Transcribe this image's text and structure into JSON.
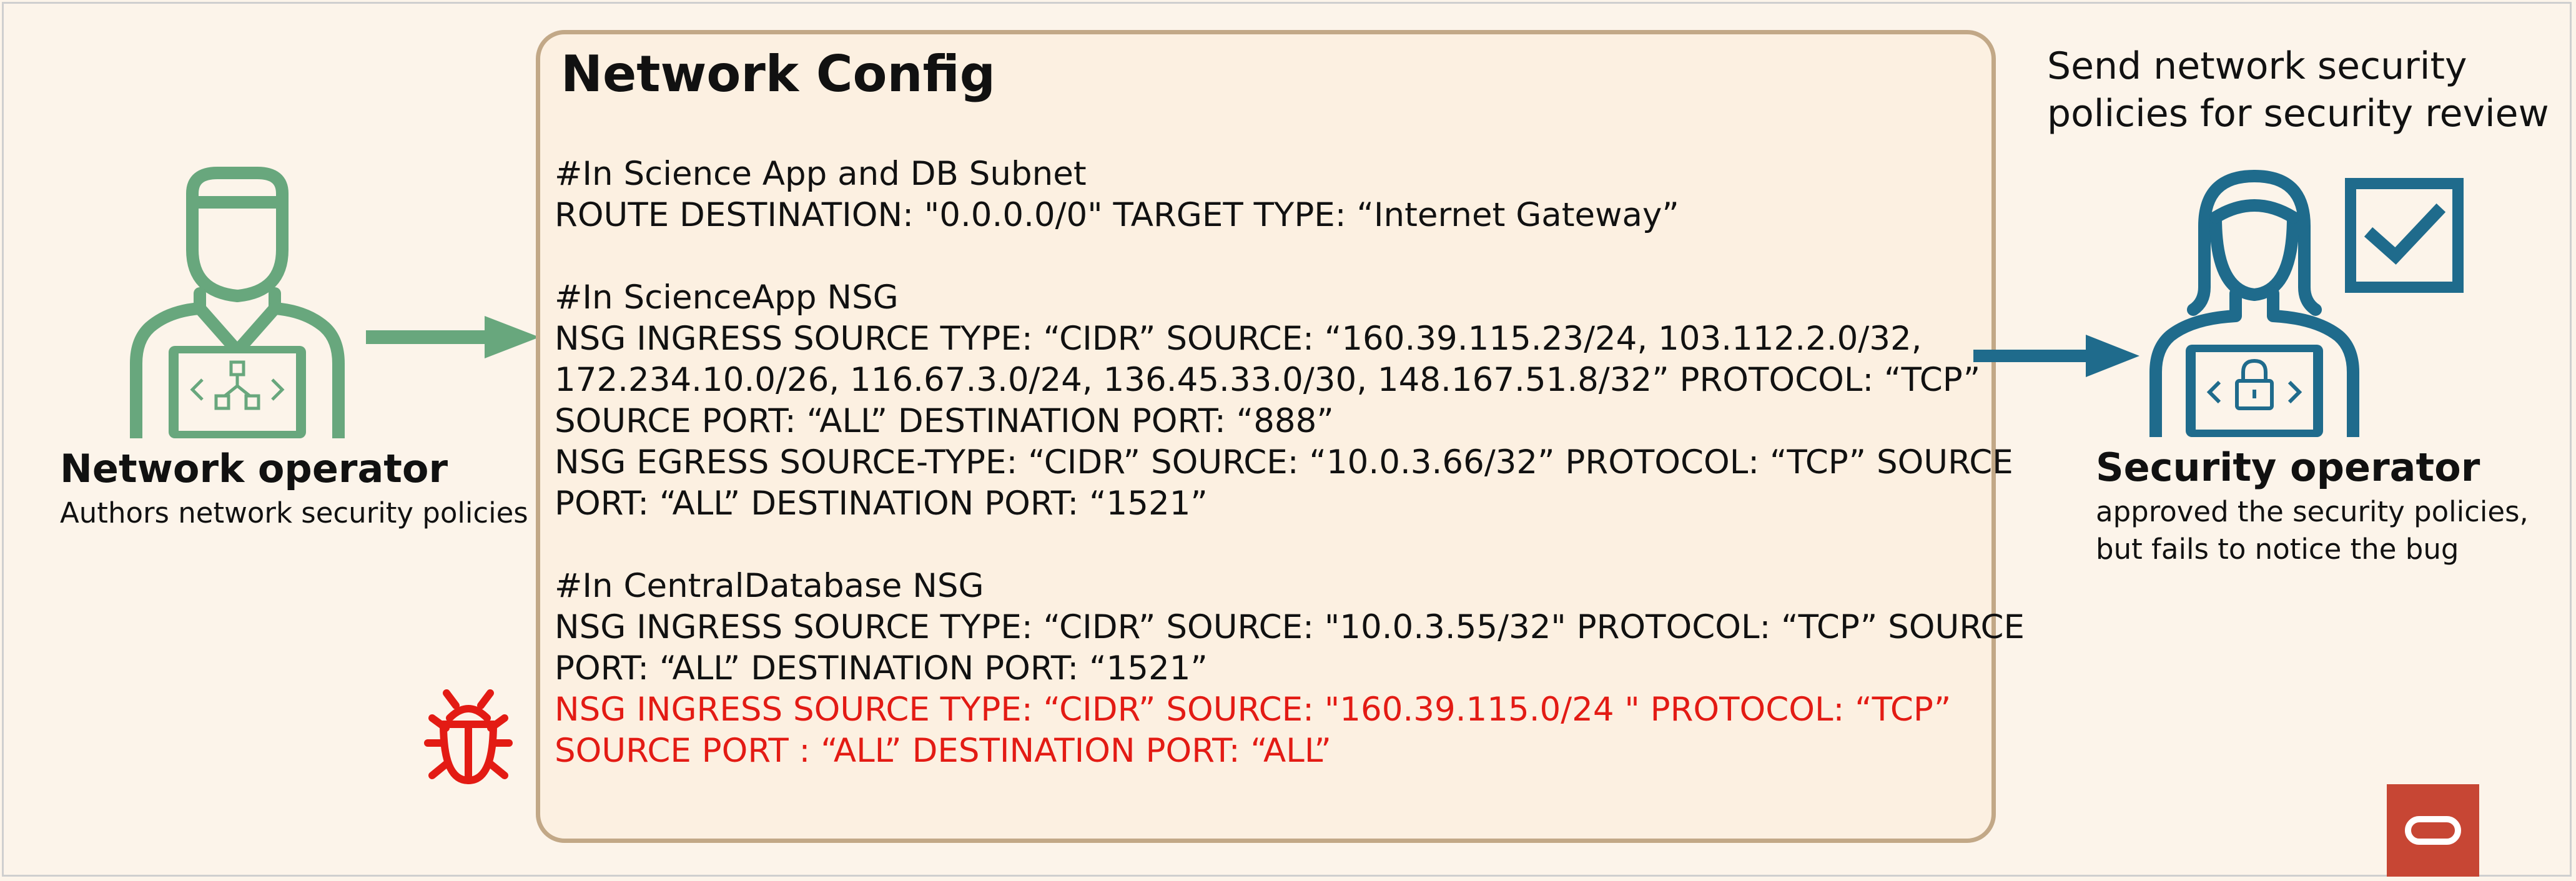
{
  "panel": {
    "title": "Network Config",
    "lines": [
      {
        "text": "#In Science App and DB Subnet",
        "bug": false
      },
      {
        "text": "ROUTE DESTINATION: \"0.0.0.0/0\" TARGET TYPE: “Internet Gateway”",
        "bug": false
      },
      {
        "text": "#In ScienceApp NSG",
        "bug": false
      },
      {
        "text": "NSG INGRESS SOURCE TYPE: “CIDR”  SOURCE: “160.39.115.23/24, 103.112.2.0/32,",
        "bug": false
      },
      {
        "text": "172.234.10.0/26, 116.67.3.0/24, 136.45.33.0/30, 148.167.51.8/32” PROTOCOL: “TCP”",
        "bug": false
      },
      {
        "text": "SOURCE PORT: “ALL”  DESTINATION PORT: “888”",
        "bug": false
      },
      {
        "text": "NSG EGRESS SOURCE-TYPE: “CIDR”  SOURCE: “10.0.3.66/32” PROTOCOL: “TCP” SOURCE",
        "bug": false
      },
      {
        "text": "PORT: “ALL”  DESTINATION PORT: “1521”",
        "bug": false
      },
      {
        "text": "#In CentralDatabase NSG",
        "bug": false
      },
      {
        "text": "NSG INGRESS SOURCE TYPE: “CIDR”  SOURCE: \"10.0.3.55/32\"  PROTOCOL: “TCP” SOURCE",
        "bug": false
      },
      {
        "text": "PORT: “ALL” DESTINATION PORT: “1521”",
        "bug": false
      },
      {
        "text": "NSG INGRESS SOURCE TYPE: “CIDR”  SOURCE: \"160.39.115.0/24 \"  PROTOCOL: “TCP”",
        "bug": true
      },
      {
        "text": "SOURCE PORT : “ALL” DESTINATION PORT: “ALL”",
        "bug": true
      }
    ]
  },
  "network_operator": {
    "title": "Network operator",
    "description": "Authors network security policies"
  },
  "security_operator": {
    "title": "Security operator",
    "description_line1": "approved the security policies,",
    "description_line2": "but fails to notice the bug"
  },
  "review_note": {
    "line1": "Send network security",
    "line2": "policies for security review"
  },
  "icons": {
    "network_operator": "person-laptop-network-icon",
    "security_operator": "person-laptop-lock-icon",
    "checkbox": "checkbox-checked-icon",
    "bug": "bug-icon",
    "logo": "oracle-logo-icon"
  },
  "colors": {
    "network_green": "#68a77d",
    "security_blue": "#1f6b8c",
    "bug_red": "#e31b14",
    "panel_border": "#c2a887",
    "logo_red": "#c74634"
  }
}
